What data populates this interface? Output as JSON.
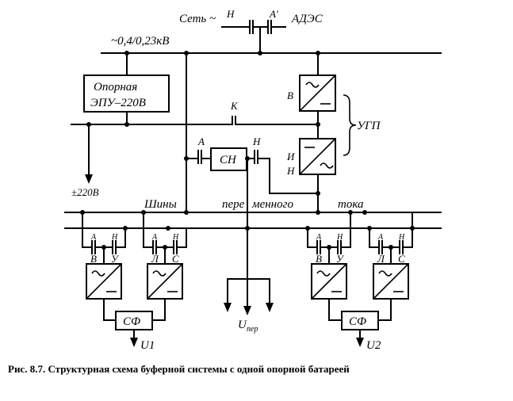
{
  "labels": {
    "network": "Сеть ~",
    "n_top": "Н",
    "a_top": "А'",
    "adees": "АДЭС",
    "voltage": "~0,4/0,23кВ",
    "ref_epu_line1": "Опорная",
    "ref_epu_line2": "ЭПУ–220В",
    "k": "К",
    "v_ugp": "В",
    "ugp": "УГП",
    "i_inv": "И",
    "n_inv": "Н",
    "a_sn": "А",
    "sn": "СН",
    "n_sn": "Н",
    "dc220": "±220В",
    "shiny": "Шины",
    "pere": "пере",
    "mennogo": "менного",
    "toka": "тока",
    "sf": "СФ",
    "u1": "U1",
    "u2": "U2",
    "u_main": "U",
    "u_sub": "пер",
    "sw_a": "А",
    "sw_n": "Н",
    "v": "В",
    "u": "У",
    "l": "Л",
    "s": "С"
  },
  "caption": "Рис. 8.7. Структурная схема буферной системы с одной опорной батареей"
}
